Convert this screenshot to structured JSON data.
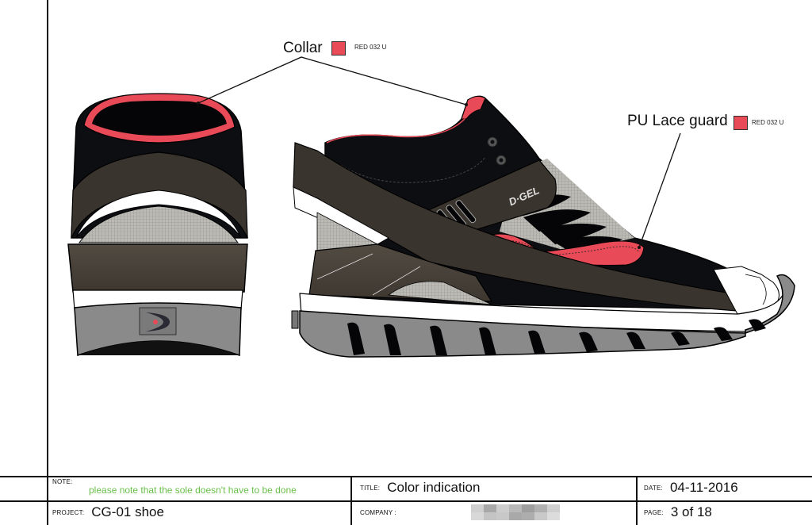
{
  "drawing": {
    "views": [
      "rear-view",
      "side-view"
    ],
    "brand_mark": "D·GEL",
    "callouts": [
      {
        "label": "Collar",
        "color_code": "RED 032 U",
        "swatch_color": "#e84a57"
      },
      {
        "label": "PU Lace guard",
        "color_code": "RED 032 U",
        "swatch_color": "#e84a57"
      }
    ]
  },
  "colors": {
    "accent_red": "#e84a57",
    "upper_black": "#0d0e12",
    "strap_brown": "#3a342e",
    "heel_brown": "#4a443c",
    "sole_gray": "#8a8a8a",
    "mesh_gray": "#b8b6b0",
    "note_green": "#6abf4b"
  },
  "title_block": {
    "note": {
      "key": "NOTE:",
      "value": "please note that the sole doesn't have to be done"
    },
    "title": {
      "key": "TITLE:",
      "value": "Color indication"
    },
    "date": {
      "key": "DATE:",
      "value": "04-11-2016"
    },
    "project": {
      "key": "PROJECT:",
      "value": "CG-01 shoe"
    },
    "company": {
      "key": "COMPANY :",
      "value": "[redacted]"
    },
    "page": {
      "key": "PAGE:",
      "value": "3 of 18"
    }
  }
}
